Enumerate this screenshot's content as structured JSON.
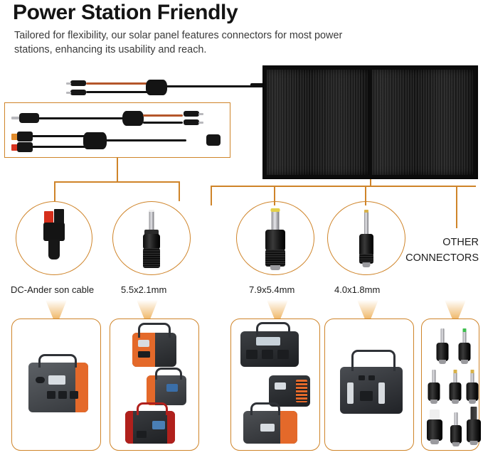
{
  "header": {
    "title": "Power Station Friendly",
    "subtitle": "Tailored for flexibility, our solar panel features connectors for most power stations, enhancing its usability and reach."
  },
  "colors": {
    "accent_orange": "#cf8429",
    "arrow_orange": "#e8941f",
    "panel_black": "#0c0c0c",
    "anderson_red": "#d62f1c",
    "text_dark": "#1a1a1a"
  },
  "diagram": {
    "solar_panel_name": "solar-panel",
    "cable_kit_box_name": "cable-kit-box",
    "mc4_cable_name": "mc4-extension-cable"
  },
  "connectors": [
    {
      "label": "DC-Ander son cable",
      "icon": "anderson-connector-icon"
    },
    {
      "label": "5.5x2.1mm",
      "icon": "barrel-plug-5521-icon"
    },
    {
      "label": "7.9x5.4mm",
      "icon": "barrel-plug-7954-icon"
    },
    {
      "label": "4.0x1.8mm",
      "icon": "barrel-plug-4018-icon"
    }
  ],
  "other": {
    "line1": "OTHER",
    "line2": "CONNECTORS"
  },
  "device_boxes": [
    {
      "name": "device-box-anderson",
      "items": [
        "power-station-gray-orange"
      ]
    },
    {
      "name": "device-box-5521",
      "items": [
        "power-station-orange-black",
        "power-station-gray-orange-small",
        "power-station-red-black"
      ]
    },
    {
      "name": "device-box-7954",
      "items": [
        "power-station-black-display",
        "power-station-orange-ribbed",
        "power-station-gray-orange-handle"
      ]
    },
    {
      "name": "device-box-4018",
      "items": [
        "power-station-black-large"
      ]
    },
    {
      "name": "device-box-other-tips",
      "items": [
        "adapter-tip-grid"
      ]
    }
  ],
  "adapter_tips": [
    {
      "name": "tip-green",
      "pin": "#3fbf4f"
    },
    {
      "name": "tip-silver",
      "pin": "#d9d9dd"
    },
    {
      "name": "tip-silver-2",
      "pin": "#d9d9dd"
    },
    {
      "name": "tip-gold",
      "pin": "#d8b24a"
    },
    {
      "name": "tip-gold-2",
      "pin": "#d8b24a"
    },
    {
      "name": "tip-silver-3",
      "pin": "#d9d9dd"
    },
    {
      "name": "tip-square-lenovo",
      "pin": "#efefef"
    },
    {
      "name": "tip-silver-4",
      "pin": "#d9d9dd"
    },
    {
      "name": "tip-black-wide",
      "pin": "#8e8e93"
    }
  ]
}
